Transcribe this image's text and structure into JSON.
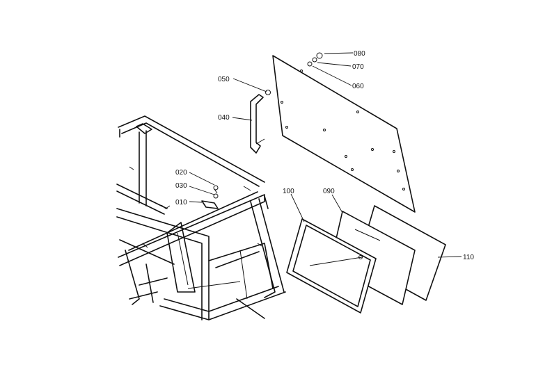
{
  "parts": [
    {
      "id": "p010",
      "label": "010"
    },
    {
      "id": "p020",
      "label": "020"
    },
    {
      "id": "p030",
      "label": "030"
    },
    {
      "id": "p040",
      "label": "040"
    },
    {
      "id": "p050",
      "label": "050"
    },
    {
      "id": "p060",
      "label": "060"
    },
    {
      "id": "p070",
      "label": "070"
    },
    {
      "id": "p080",
      "label": "080"
    },
    {
      "id": "p090",
      "label": "090"
    },
    {
      "id": "p100",
      "label": "100"
    },
    {
      "id": "p110",
      "label": "110"
    }
  ]
}
